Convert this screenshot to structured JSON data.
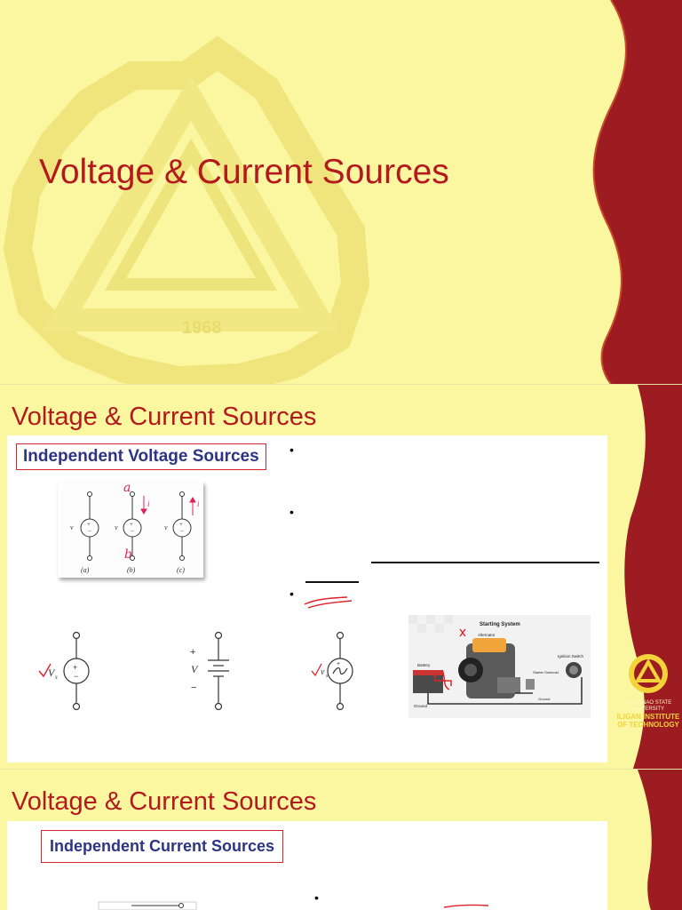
{
  "slide1": {
    "title": "Voltage & Current Sources",
    "watermark_year": "1968"
  },
  "slide2": {
    "title": "Voltage & Current Sources",
    "heading": "Independent Voltage Sources",
    "figure_labels": {
      "vs": "v",
      "sub": "s",
      "a": "(a)",
      "b": "(b)",
      "c": "(c)",
      "i": "i",
      "annot_a": "a",
      "annot_b": "b"
    },
    "battery_labels": {
      "plus": "+",
      "minus": "−",
      "v": "V"
    },
    "symbol_labels": {
      "vs1": "V",
      "vs1_sub": "s",
      "vs3": "v",
      "vs3_sub": "s"
    },
    "photo": {
      "title": "Starting System",
      "alternator": "Alternator",
      "battery": "Battery",
      "ignition": "Ignition Switch",
      "solenoid": "Starter Solenoid",
      "ground1": "Ground",
      "ground2": "Ground"
    },
    "logo": {
      "line1": "MINDANAO STATE",
      "line2": "UNIVERSITY",
      "line3": "ILIGAN INSTITUTE",
      "line4": "OF TECHNOLOGY"
    }
  },
  "slide3": {
    "title": "Voltage & Current Sources",
    "heading": "Independent Current Sources"
  },
  "colors": {
    "background": "#fbf7a0",
    "title_red": "#b3191d",
    "heading_blue": "#2d3583",
    "border_red": "#9d1c22"
  }
}
